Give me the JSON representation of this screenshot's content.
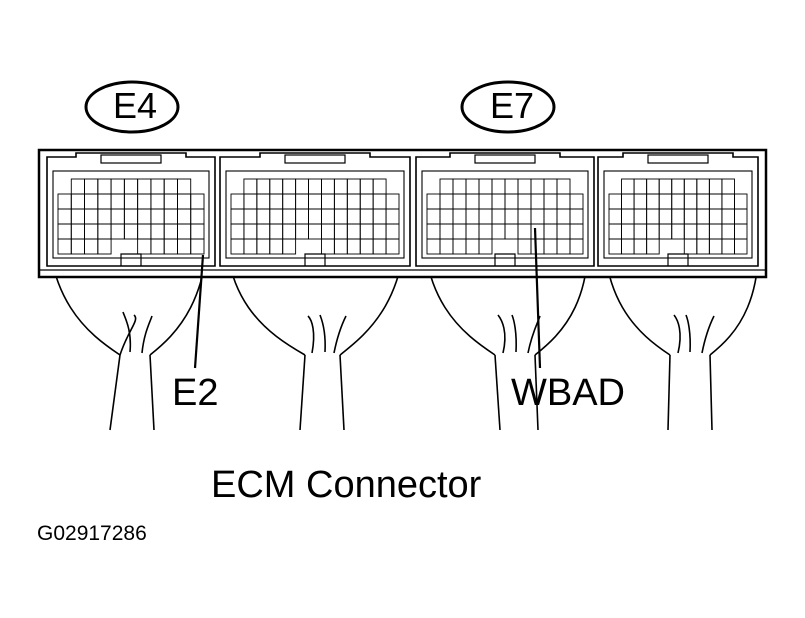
{
  "labels": {
    "connector_e4": "E4",
    "connector_e7": "E7",
    "terminal_e2": "E2",
    "terminal_wbad": "WBAD",
    "title": "ECM Connector",
    "figure_code": "G02917286"
  },
  "colors": {
    "line": "#000000",
    "background": "#ffffff"
  }
}
